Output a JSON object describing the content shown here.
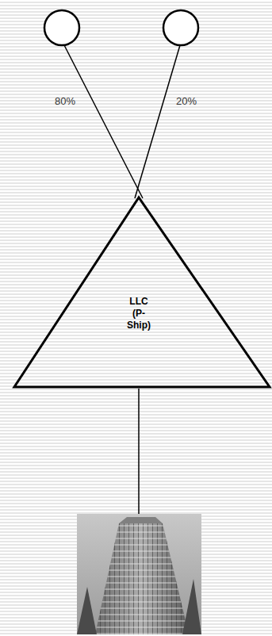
{
  "diagram": {
    "nodes": [
      {
        "text": [
          "LLC (P-Ship)"
        ]
      }
    ],
    "labels": [
      "80%",
      "20%"
    ]
  }
}
